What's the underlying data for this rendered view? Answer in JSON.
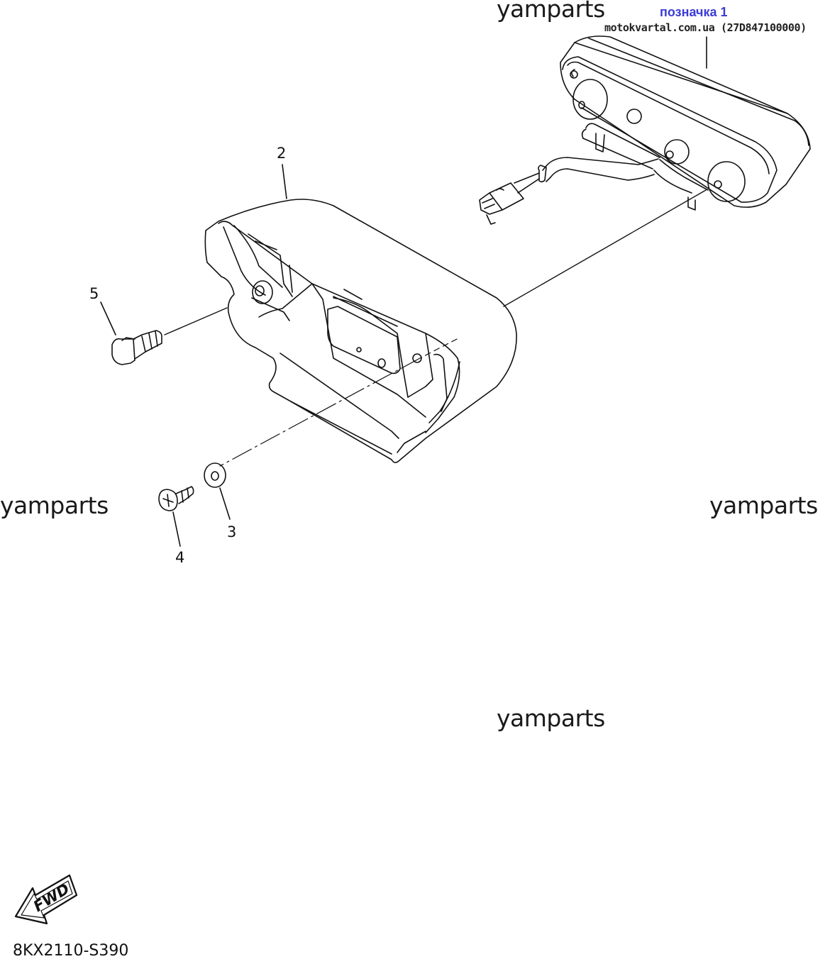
{
  "watermarks": [
    "yamparts",
    "yamparts",
    "yamparts",
    "yamparts"
  ],
  "reference": {
    "label": "позначка 1",
    "site": "motokvartal.com.ua (27D847100000)"
  },
  "callouts": {
    "part_1": "1",
    "part_2": "2",
    "part_3": "3",
    "part_4": "4",
    "part_5": "5"
  },
  "fwd_label": "FWD",
  "figure_code": "8KX2110-S390",
  "colors": {
    "line": "#111111",
    "reference_label": "#3b3bd6"
  }
}
